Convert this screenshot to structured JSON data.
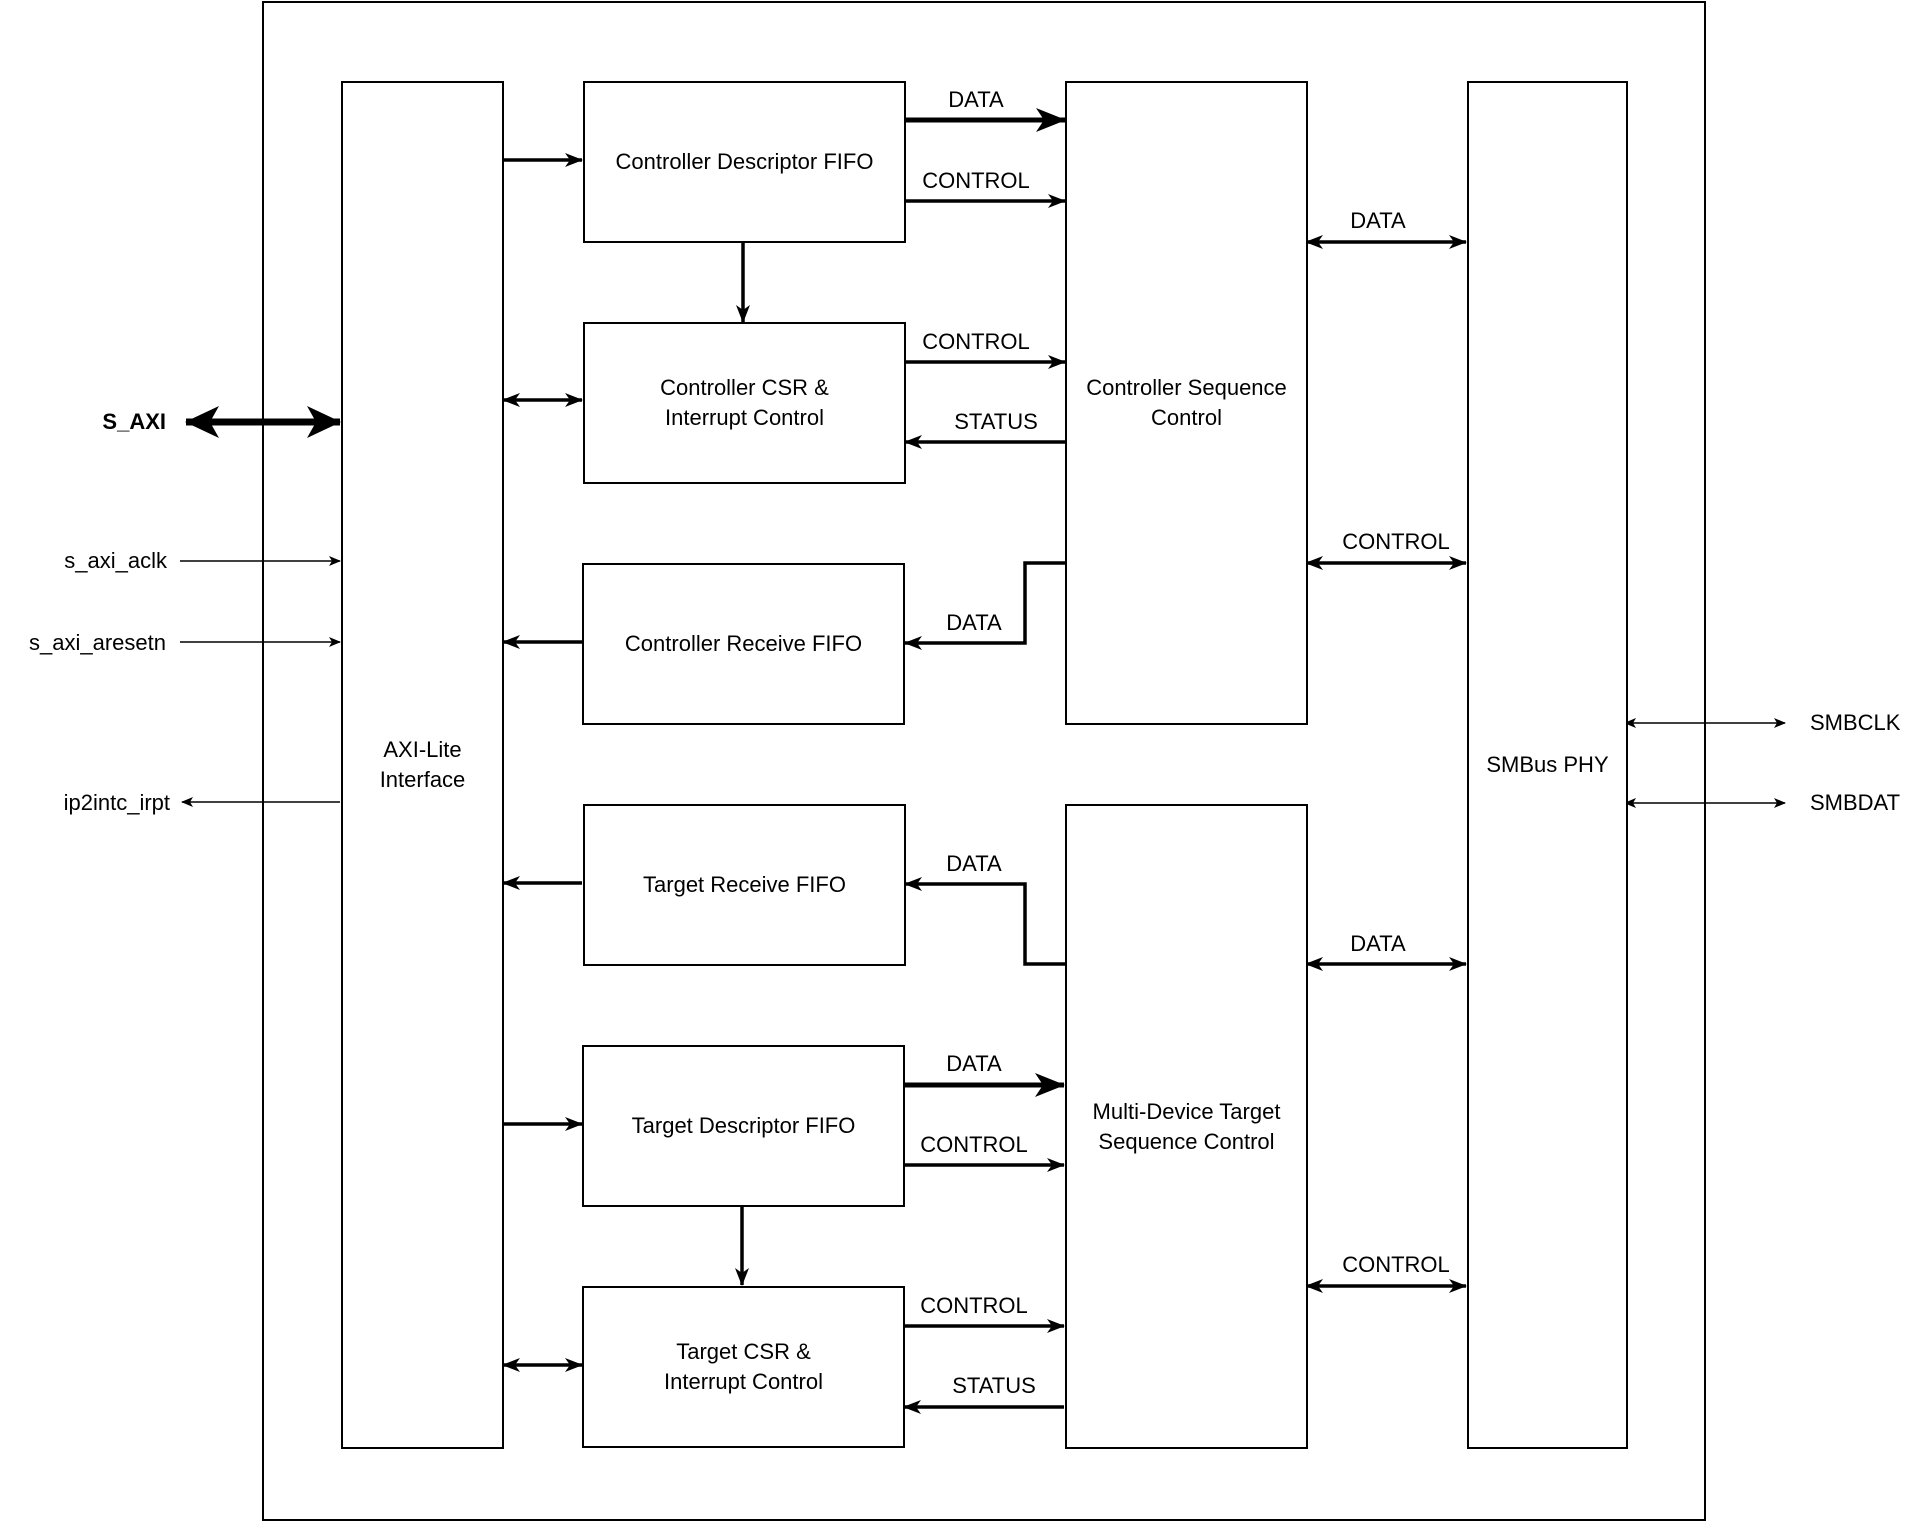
{
  "blocks": {
    "axi_lite": "AXI-Lite\nInterface",
    "ctrl_desc_fifo": "Controller Descriptor FIFO",
    "ctrl_csr": "Controller CSR &\nInterrupt Control",
    "ctrl_rx_fifo": "Controller Receive FIFO",
    "tgt_rx_fifo": "Target Receive FIFO",
    "tgt_desc_fifo": "Target Descriptor FIFO",
    "tgt_csr": "Target CSR &\nInterrupt Control",
    "ctrl_seq": "Controller Sequence\nControl",
    "tgt_seq": "Multi-Device Target\nSequence Control",
    "smbus_phy": "SMBus PHY"
  },
  "ports": {
    "s_axi": "S_AXI",
    "s_axi_aclk": "s_axi_aclk",
    "s_axi_aresetn": "s_axi_aresetn",
    "ip2intc_irpt": "ip2intc_irpt",
    "smbclk": "SMBCLK",
    "smbdat": "SMBDAT"
  },
  "signals": {
    "cdf_data": "DATA",
    "cdf_control": "CONTROL",
    "ccsr_control": "CONTROL",
    "ccsr_status": "STATUS",
    "crx_data": "DATA",
    "cphy_data": "DATA",
    "cphy_control": "CONTROL",
    "trx_data": "DATA",
    "tphy_data": "DATA",
    "tdf_data": "DATA",
    "tdf_control": "CONTROL",
    "tphy_control": "CONTROL",
    "tcsr_control": "CONTROL",
    "tcsr_status": "STATUS"
  }
}
